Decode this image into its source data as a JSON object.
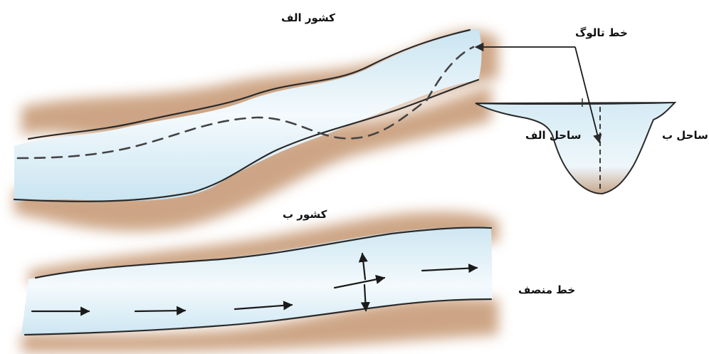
{
  "labels": {
    "country_a": "کشور الف",
    "country_b": "کشور ب",
    "thalweg_line": "خط تالوگ",
    "bank_a": "ساحل الف",
    "bank_b": "ساحل ب",
    "median_line": "خط منصف"
  },
  "colors": {
    "water": "#d7ecf5",
    "water_light": "#f2f9fc",
    "soil": "#b98560",
    "soil_light": "#dcc0a8",
    "outline": "#2a2a2a"
  }
}
